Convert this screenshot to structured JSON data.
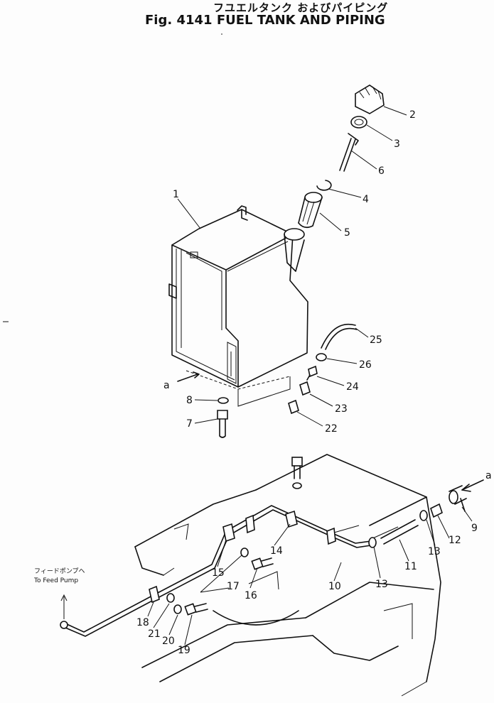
{
  "title_jp": "フユエルタンク およびパイピング",
  "title_en": "Fig. 4141 FUEL TANK AND PIPING",
  "callouts": {
    "c1": "1",
    "c2": "2",
    "c3": "3",
    "c4": "4",
    "c5": "5",
    "c6": "6",
    "c7": "7",
    "c8": "8",
    "c9": "9",
    "c10": "10",
    "c11": "11",
    "c12": "12",
    "c13a": "13",
    "c13b": "13",
    "c14": "14",
    "c15": "15",
    "c16": "16",
    "c17": "17",
    "c18": "18",
    "c19": "19",
    "c20": "20",
    "c21": "21",
    "c22": "22",
    "c23": "23",
    "c24": "24",
    "c25": "25",
    "c26": "26"
  },
  "view_marks": {
    "a_left": "a",
    "a_right": "a"
  },
  "feed_note": {
    "jp": "フィードポンプヘ",
    "en": "To Feed Pump"
  }
}
